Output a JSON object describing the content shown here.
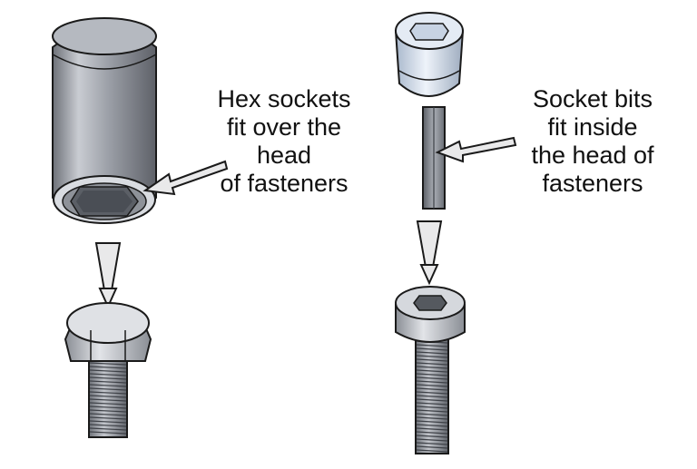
{
  "illustration": {
    "left_caption": [
      "Hex sockets",
      "fit over the",
      "head",
      "of fasteners"
    ],
    "right_caption": [
      "Socket bits",
      "fit inside",
      "the head of",
      "fasteners"
    ]
  },
  "colors": {
    "background": "#ffffff",
    "outline": "#1a1a1a",
    "metal_light": "#e6e8ec",
    "metal_mid": "#b8bcc4",
    "metal_dark": "#7a7e86",
    "socket_blue": "#dce6f2",
    "arrow_fill": "#e9e9ea"
  },
  "icons": [
    "hex-socket-icon",
    "hex-bolt-icon",
    "socket-bit-icon",
    "socket-cap-screw-icon",
    "arrow-icon"
  ]
}
